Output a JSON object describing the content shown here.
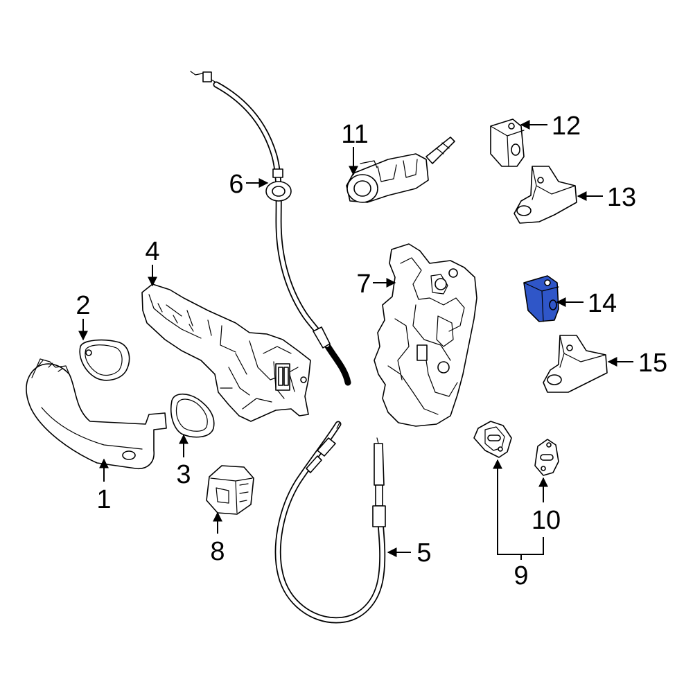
{
  "colors": {
    "highlight": "#2f56c8",
    "line": "#000000",
    "background": "#ffffff"
  },
  "callouts": {
    "c1": "1",
    "c2": "2",
    "c3": "3",
    "c4": "4",
    "c5": "5",
    "c6": "6",
    "c7": "7",
    "c8": "8",
    "c9": "9",
    "c10": "10",
    "c11": "11",
    "c12": "12",
    "c13": "13",
    "c14": "14",
    "c15": "15"
  },
  "highlighted_part": "14"
}
